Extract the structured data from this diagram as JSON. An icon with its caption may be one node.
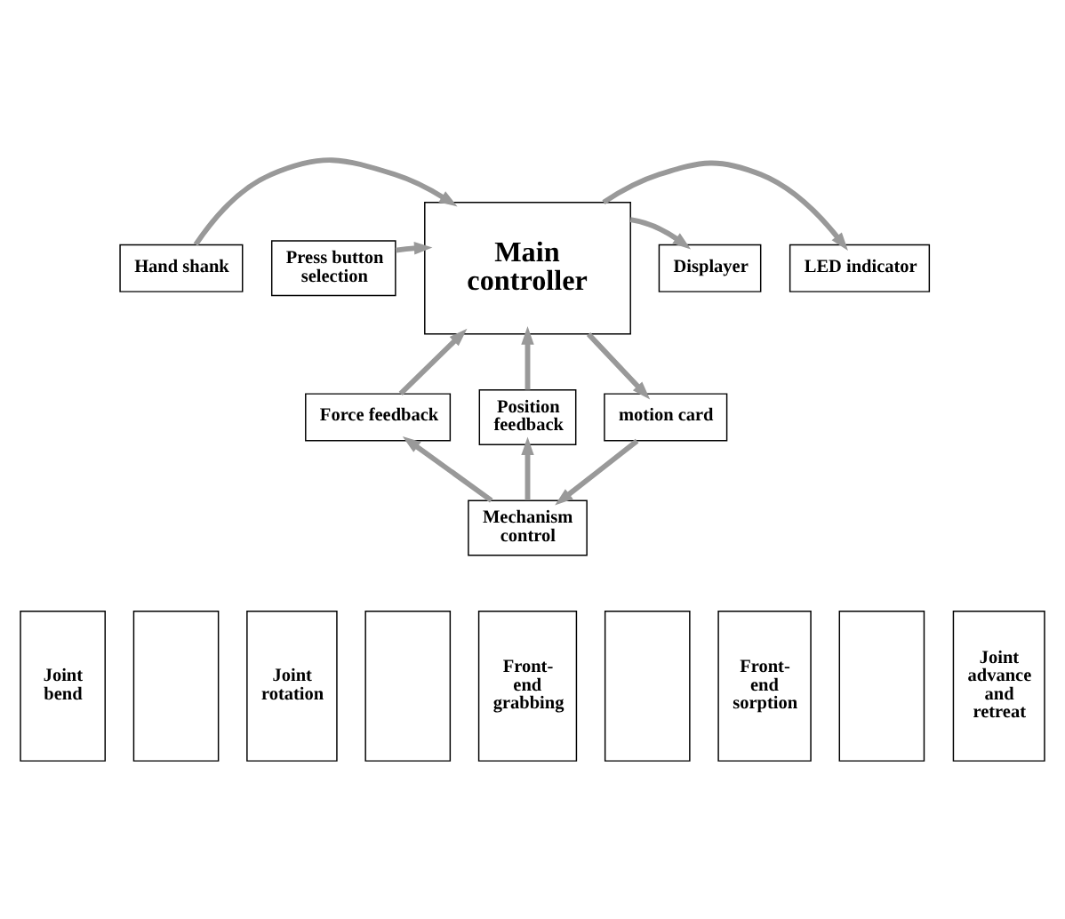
{
  "diagram": {
    "nodes": [
      {
        "text": [
          "Hand shank"
        ]
      },
      {
        "text": [
          "Press button selection"
        ]
      },
      {
        "text": [
          "Main controller"
        ]
      },
      {
        "text": [
          "Displayer"
        ]
      },
      {
        "text": [
          "LED indicator"
        ]
      },
      {
        "text": [
          "Force feedback"
        ]
      },
      {
        "text": [
          "Position feedback"
        ]
      },
      {
        "text": [
          "motion card"
        ]
      },
      {
        "text": [
          "Mechanism control"
        ]
      },
      {
        "text": [
          "Joint bend"
        ]
      },
      {
        "text": [],
        "shape": "box"
      },
      {
        "text": [
          "Joint rotation"
        ]
      },
      {
        "text": [],
        "shape": "box"
      },
      {
        "text": [
          "Front-end grabbing"
        ]
      },
      {
        "text": [],
        "shape": "box"
      },
      {
        "text": [
          "Front-end sorption"
        ]
      },
      {
        "text": [],
        "shape": "box"
      },
      {
        "text": [
          "Joint advance and retreat"
        ]
      }
    ],
    "edges": [
      {
        "from": 0,
        "to": 2,
        "arrow": "to"
      },
      {
        "from": 1,
        "to": 2,
        "arrow": "to"
      },
      {
        "from": 2,
        "to": 3,
        "arrow": "to"
      },
      {
        "from": 2,
        "to": 4,
        "arrow": "to"
      },
      {
        "from": 5,
        "to": 2,
        "arrow": "to"
      },
      {
        "from": 6,
        "to": 2,
        "arrow": "to"
      },
      {
        "from": 2,
        "to": 7,
        "arrow": "to"
      },
      {
        "from": 8,
        "to": 5,
        "arrow": "to"
      },
      {
        "from": 8,
        "to": 6,
        "arrow": "to"
      },
      {
        "from": 7,
        "to": 8,
        "arrow": "to"
      }
    ]
  }
}
